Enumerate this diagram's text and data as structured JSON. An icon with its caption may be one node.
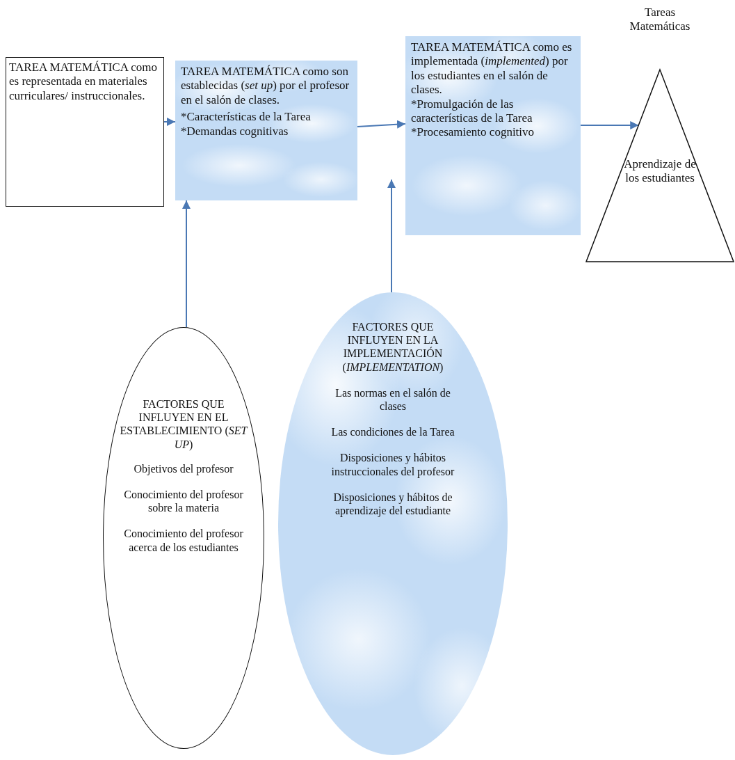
{
  "diagram": {
    "nodes": [
      {
        "text": [
          "TAREA MATEMÁTICA como es representada en materiales curriculares/ instruccionales."
        ]
      },
      {
        "text": [
          "TAREA MATEMÁTICA como son establecidas (*set up*) por el profesor en el salón de clases.",
          "*Características de la Tarea",
          "*Demandas cognitivas"
        ]
      },
      {
        "text": [
          "TAREA MATEMÁTICA como es implementada (*implemented*) por los estudiantes en el salón de clases.",
          "*Promulgación de las características de la Tarea",
          "*Procesamiento cognitivo"
        ]
      },
      {
        "text": [
          "Aprendizaje de los estudiantes"
        ],
        "beside": [
          "Tareas Matemáticas"
        ]
      },
      {
        "text": [
          "FACTORES QUE INFLUYEN EN EL ESTABLECIMIENTO (*SET UP*)",
          "Objetivos del profesor",
          "Conocimiento del profesor sobre la materia",
          "Conocimiento del profesor acerca de los estudiantes"
        ]
      },
      {
        "text": [
          "FACTORES QUE INFLUYEN EN LA IMPLEMENTACIÓN (*IMPLEMENTATION*)",
          "Las normas en el salón de clases",
          "Las condiciones de la Tarea",
          "Disposiciones y hábitos instruccionales del profesor",
          "Disposiciones y hábitos de aprendizaje del estudiante"
        ]
      }
    ],
    "edges": [
      {
        "from": 0,
        "to": 1,
        "arrow": "to"
      },
      {
        "from": 1,
        "to": 2,
        "arrow": "to"
      },
      {
        "from": 2,
        "to": 3,
        "arrow": "to"
      },
      {
        "from": 4,
        "to": 1,
        "arrow": "to"
      },
      {
        "from": 5,
        "to": 2,
        "arrow": "to"
      }
    ]
  }
}
